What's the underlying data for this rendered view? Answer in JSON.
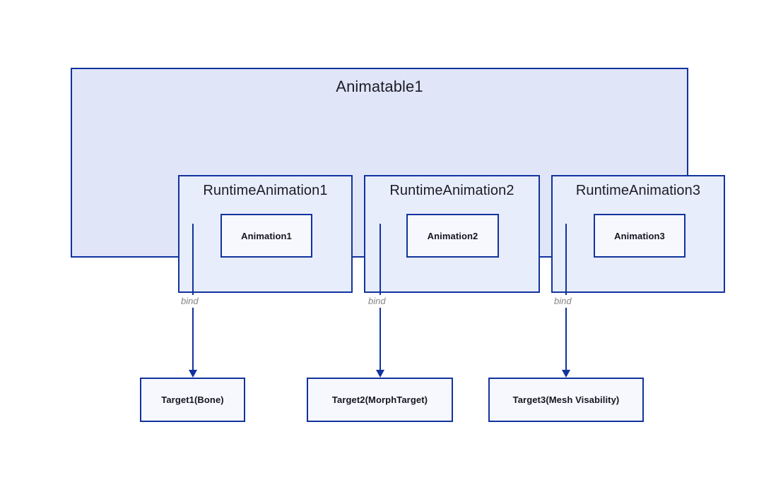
{
  "diagram": {
    "container": {
      "title": "Animatable1"
    },
    "runtime_animations": [
      {
        "title": "RuntimeAnimation1",
        "animation": "Animation1",
        "edge_label": "bind",
        "target": "Target1(Bone)"
      },
      {
        "title": "RuntimeAnimation2",
        "animation": "Animation2",
        "edge_label": "bind",
        "target": "Target2(MorphTarget)"
      },
      {
        "title": "RuntimeAnimation3",
        "animation": "Animation3",
        "edge_label": "bind",
        "target": "Target3(Mesh Visability)"
      }
    ],
    "colors": {
      "stroke": "#11339e",
      "container_fill": "#e0e5f8",
      "runtime_fill": "#e8edfb",
      "leaf_fill": "#f7f8fd",
      "title_text": "#1c1c28",
      "edge_label_text": "#848484",
      "page_background": "#ffffff"
    }
  }
}
